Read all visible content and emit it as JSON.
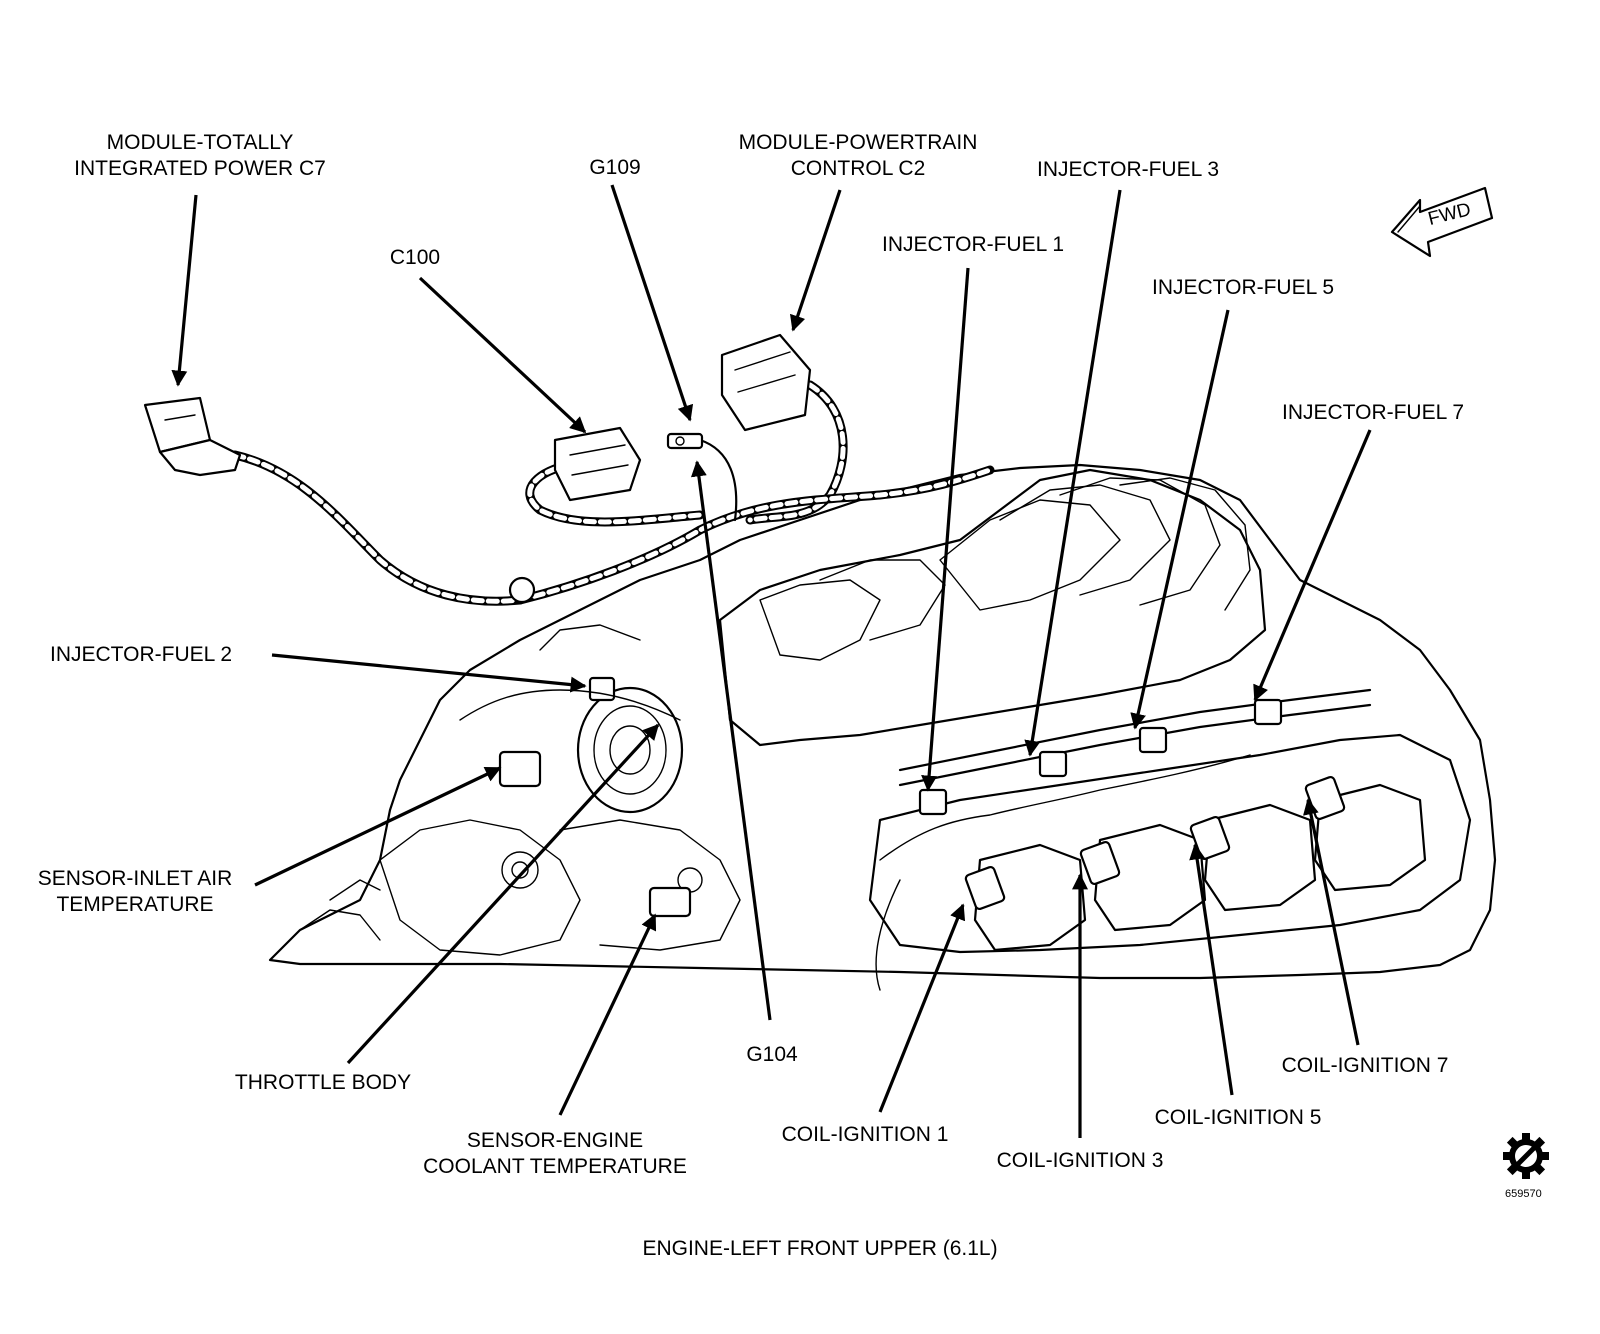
{
  "labels": {
    "tipm": "MODULE-TOTALLY\nINTEGRATED POWER C7",
    "g109": "G109",
    "pcm": "MODULE-POWERTRAIN\nCONTROL C2",
    "inj3": "INJECTOR-FUEL 3",
    "c100": "C100",
    "inj1": "INJECTOR-FUEL 1",
    "inj5": "INJECTOR-FUEL 5",
    "inj7": "INJECTOR-FUEL 7",
    "inj2": "INJECTOR-FUEL 2",
    "iat": "SENSOR-INLET AIR\nTEMPERATURE",
    "throttle": "THROTTLE BODY",
    "ect": "SENSOR-ENGINE\nCOOLANT TEMPERATURE",
    "g104": "G104",
    "coil1": "COIL-IGNITION 1",
    "coil3": "COIL-IGNITION 3",
    "coil5": "COIL-IGNITION 5",
    "coil7": "COIL-IGNITION 7"
  },
  "fwd": "FWD",
  "figure_id": "659570",
  "caption": "ENGINE-LEFT FRONT UPPER (6.1L)",
  "icons": {
    "fwd_arrow": "fwd-arrow-icon",
    "gear": "gear-icon"
  }
}
